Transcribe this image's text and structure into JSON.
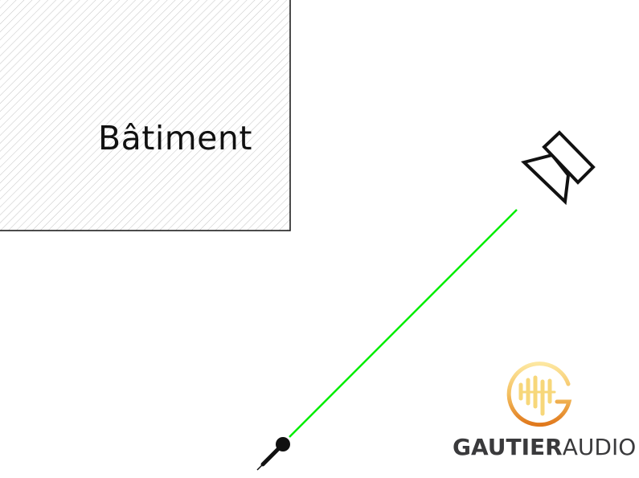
{
  "building": {
    "label": "Bâtiment"
  },
  "sound_path": {
    "color": "#00ee00"
  },
  "logo": {
    "brand_bold": "GAUTIER",
    "brand_light": "AUDIO",
    "accent": "#e8902a",
    "text_color": "#3a3a3c"
  }
}
